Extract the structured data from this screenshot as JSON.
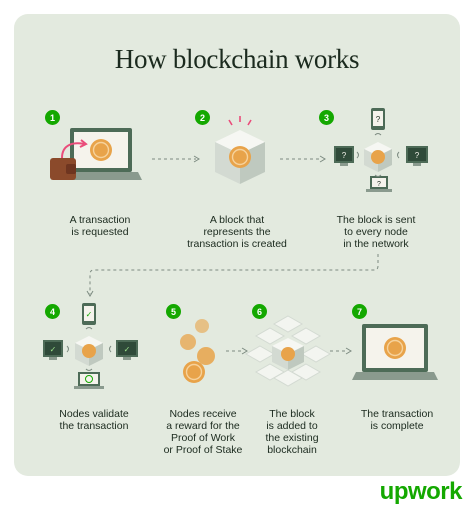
{
  "title": "How blockchain works",
  "brand": {
    "logo_text": "upwork",
    "accent": "#14a800",
    "coin": "#e8a34a",
    "background": "#e3eadf"
  },
  "steps": [
    {
      "number": "1",
      "caption": [
        "A transaction",
        "is requested"
      ]
    },
    {
      "number": "2",
      "caption": [
        "A block that",
        "represents the",
        "transaction is created"
      ]
    },
    {
      "number": "3",
      "caption": [
        "The block is sent",
        "to every node",
        "in the network"
      ]
    },
    {
      "number": "4",
      "caption": [
        "Nodes validate",
        "the transaction"
      ]
    },
    {
      "number": "5",
      "caption": [
        "Nodes receive",
        "a reward for the",
        "Proof of Work",
        "or Proof of Stake"
      ]
    },
    {
      "number": "6",
      "caption": [
        "The block",
        "is added to",
        "the existing",
        "blockchain"
      ]
    },
    {
      "number": "7",
      "caption": [
        "The transaction",
        "is complete"
      ]
    }
  ],
  "glyphs": {
    "question": "?",
    "check": "✓"
  }
}
